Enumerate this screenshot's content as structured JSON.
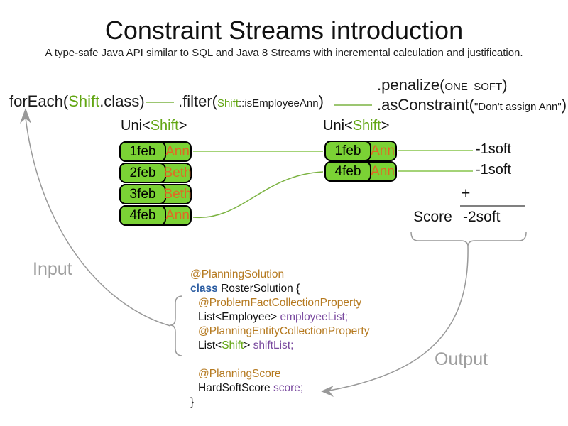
{
  "title": "Constraint Streams introduction",
  "subtitle": "A type-safe Java API similar to SQL and Java 8 Streams with incremental calculation and justification.",
  "colors": {
    "accent_green_text": "#62a613",
    "box_green": "#7bd235",
    "orange_value": "#e06a25",
    "connector_green": "#7cb342",
    "gray_annotation": "#999999",
    "code_annotation": "#b5791f",
    "code_keyword": "#2e5fa3",
    "code_field": "#7a4a9f"
  },
  "flow": {
    "foreach_pre": "forEach(",
    "foreach_type": "Shift",
    "foreach_post": ".class)",
    "filter_pre": ".filter(",
    "filter_type": "Shift",
    "filter_arg": "::isEmployeeAnn",
    "filter_post": ")",
    "penalize_pre": ".penalize(",
    "penalize_arg": "ONE_SOFT",
    "penalize_post": ")",
    "asconstraint_pre": ".asConstraint(",
    "asconstraint_arg": "\"Don't assign Ann\"",
    "asconstraint_post": ")"
  },
  "uni": {
    "pre": "Uni<",
    "type": "Shift",
    "post": ">"
  },
  "left_table": {
    "rows": [
      {
        "date": "1feb",
        "name": "Ann"
      },
      {
        "date": "2feb",
        "name": "Beth"
      },
      {
        "date": "3feb",
        "name": "Beth"
      },
      {
        "date": "4feb",
        "name": "Ann"
      }
    ]
  },
  "right_table": {
    "rows": [
      {
        "date": "1feb",
        "name": "Ann"
      },
      {
        "date": "4feb",
        "name": "Ann"
      }
    ]
  },
  "penalties": {
    "p1": "-1soft",
    "p2": "-1soft"
  },
  "sum": {
    "plus": "+",
    "score_label": "Score",
    "total": "-2soft"
  },
  "labels": {
    "input": "Input",
    "output": "Output"
  },
  "code": {
    "annotation_solution": "@PlanningSolution",
    "class_keyword": "class",
    "class_decl": " RosterSolution {",
    "annotation_problem_fact": "@ProblemFactCollectionProperty",
    "employee_type": "List<Employee> ",
    "employee_field": "employeeList;",
    "annotation_planning_entity": "@PlanningEntityCollectionProperty",
    "shift_pre": "List<",
    "shift_type": "Shift",
    "shift_mid": "> ",
    "shift_field": "shiftList;",
    "annotation_score": "@PlanningScore",
    "score_type": "HardSoftScore ",
    "score_field": "score;",
    "close_brace": "}"
  }
}
